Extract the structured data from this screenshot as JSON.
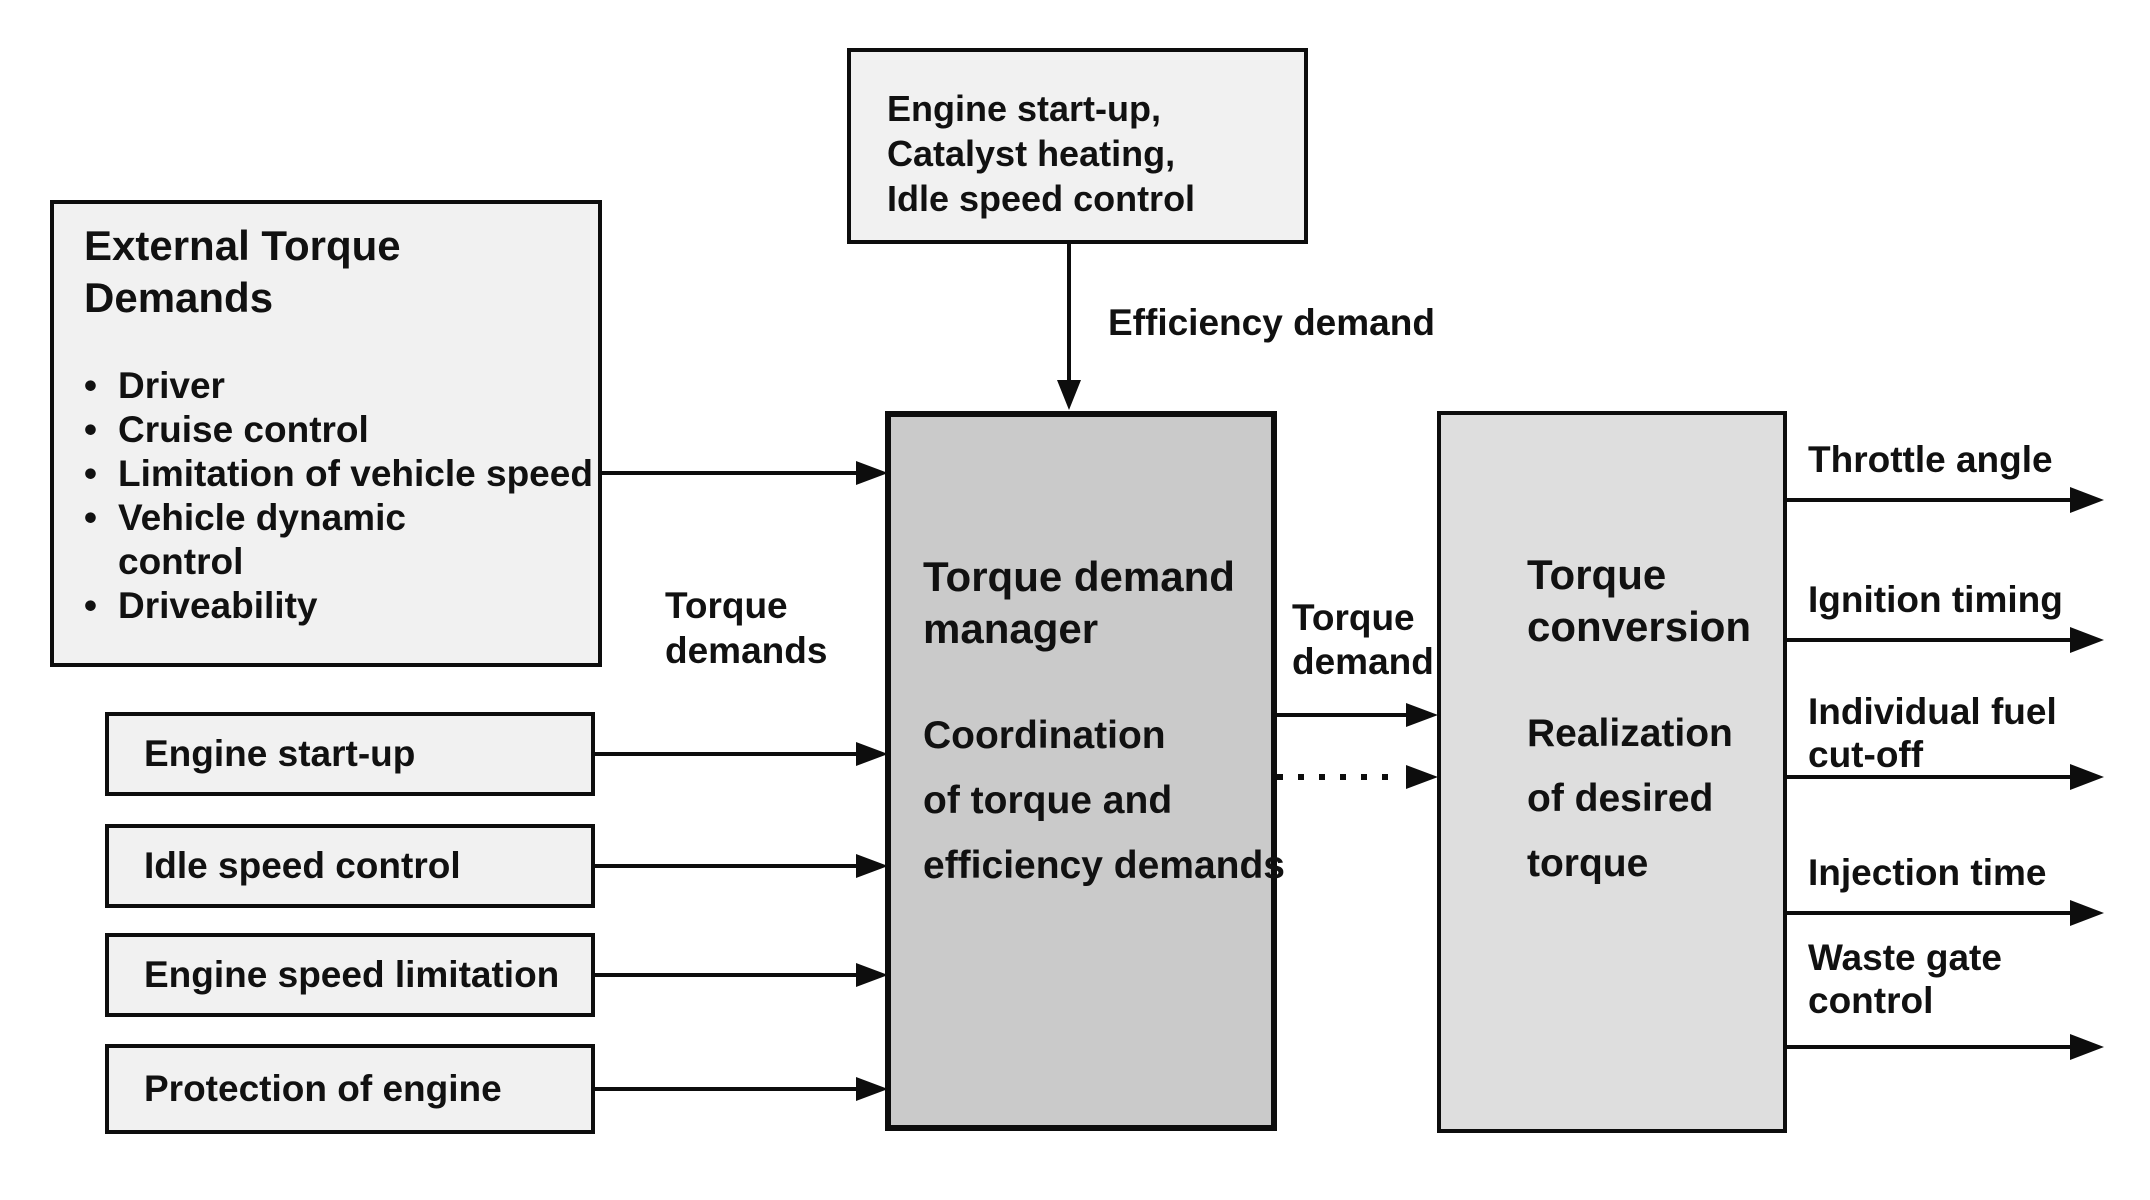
{
  "top_box": {
    "lines": [
      "Engine start-up,",
      "Catalyst heating,",
      "Idle speed control"
    ]
  },
  "external_box": {
    "title_lines": [
      "External Torque",
      "Demands"
    ],
    "bullets": [
      {
        "marker": "•",
        "lines": [
          "Driver"
        ]
      },
      {
        "marker": "•",
        "lines": [
          "Cruise control"
        ]
      },
      {
        "marker": "•",
        "lines": [
          "Limitation of vehicle speed"
        ]
      },
      {
        "marker": "•",
        "lines": [
          "Vehicle dynamic",
          "control"
        ]
      },
      {
        "marker": "•",
        "lines": [
          "Driveability"
        ]
      }
    ]
  },
  "manager_box": {
    "title_lines": [
      "Torque demand",
      "manager"
    ],
    "body_lines": [
      "Coordination",
      "of torque and",
      "efficiency demands"
    ]
  },
  "conversion_box": {
    "title_lines": [
      "Torque",
      "conversion"
    ],
    "body_lines": [
      "Realization",
      "of desired",
      "torque"
    ]
  },
  "source_boxes": [
    "Engine start-up",
    "Idle speed control",
    "Engine speed limitation",
    "Protection of engine"
  ],
  "labels": {
    "efficiency_demand": "Efficiency demand",
    "torque_demands_lines": [
      "Torque",
      "demands"
    ],
    "torque_demand_lines": [
      "Torque",
      "demand"
    ]
  },
  "outputs": [
    {
      "lines": [
        "Throttle angle"
      ]
    },
    {
      "lines": [
        "Ignition timing"
      ]
    },
    {
      "lines": [
        "Individual fuel",
        "cut-off"
      ]
    },
    {
      "lines": [
        "Injection time"
      ]
    },
    {
      "lines": [
        "Waste gate",
        "control"
      ]
    }
  ],
  "colors": {
    "background": "#ffffff",
    "box_light_fill": "#f1f1f1",
    "box_medium_fill": "#cacaca",
    "box_soft_fill": "#dedede",
    "line_and_border": "#0d0d0d",
    "text": "#111111"
  }
}
